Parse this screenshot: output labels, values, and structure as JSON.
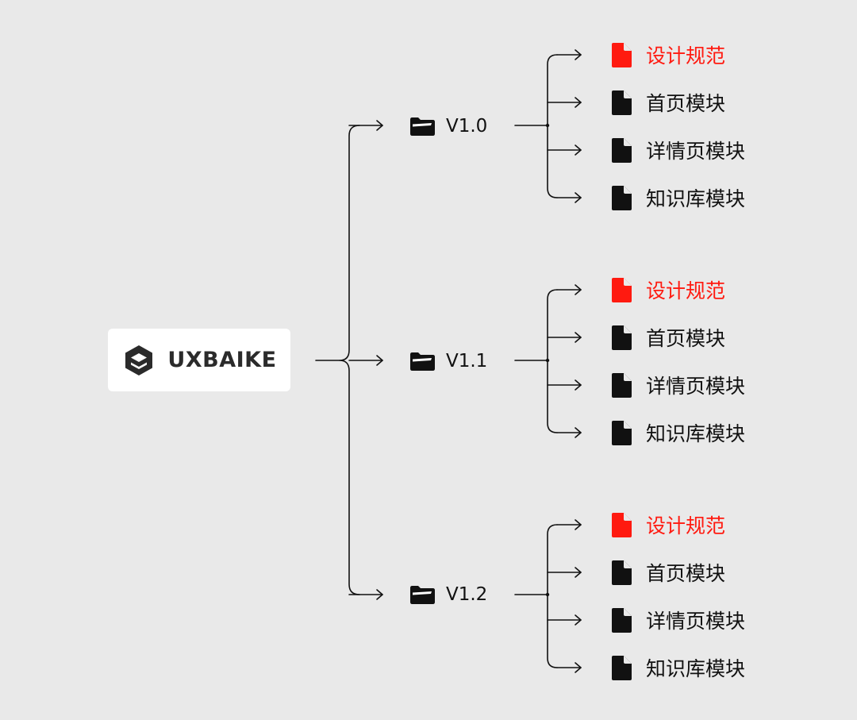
{
  "root": {
    "brand": "UXBAIKE",
    "icon": "uxbaike-logo-icon"
  },
  "colors": {
    "highlight": "#ff1a10",
    "normal": "#111111",
    "line": "#111111",
    "background": "#e9e9e9"
  },
  "versions": [
    {
      "label": "V1.0",
      "icon": "folder-icon",
      "files": [
        {
          "label": "设计规范",
          "highlight": true
        },
        {
          "label": "首页模块",
          "highlight": false
        },
        {
          "label": "详情页模块",
          "highlight": false
        },
        {
          "label": "知识库模块",
          "highlight": false
        }
      ]
    },
    {
      "label": "V1.1",
      "icon": "folder-icon",
      "files": [
        {
          "label": "设计规范",
          "highlight": true
        },
        {
          "label": "首页模块",
          "highlight": false
        },
        {
          "label": "详情页模块",
          "highlight": false
        },
        {
          "label": "知识库模块",
          "highlight": false
        }
      ]
    },
    {
      "label": "V1.2",
      "icon": "folder-icon",
      "files": [
        {
          "label": "设计规范",
          "highlight": true
        },
        {
          "label": "首页模块",
          "highlight": false
        },
        {
          "label": "详情页模块",
          "highlight": false
        },
        {
          "label": "知识库模块",
          "highlight": false
        }
      ]
    }
  ]
}
